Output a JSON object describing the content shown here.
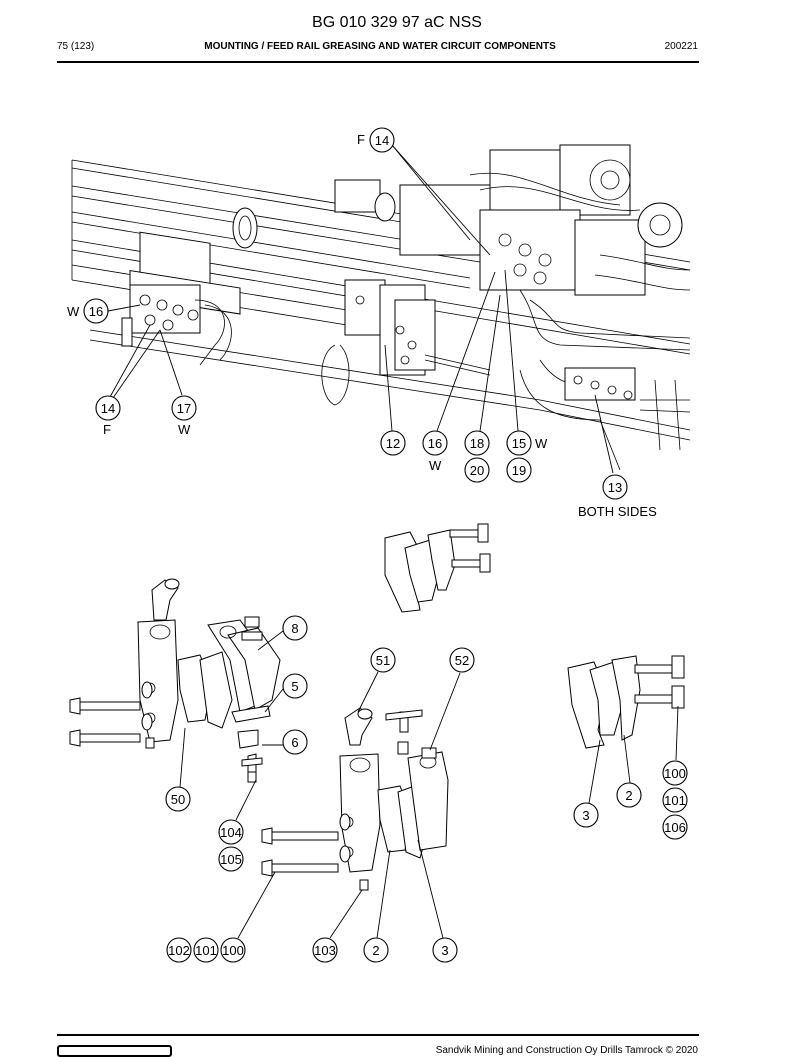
{
  "header": {
    "doc_id": "BG 010 329 97 aC NSS",
    "page": "75 (123)",
    "section_title": "MOUNTING / FEED RAIL GREASING AND WATER CIRCUIT COMPONENTS",
    "date_code": "200221"
  },
  "footer": {
    "copyright": "Sandvik Mining and Construction Oy Drills Tamrock © 2020"
  },
  "callouts": {
    "c14a": "14",
    "c16a": "16",
    "c14b": "14",
    "c17": "17",
    "c12": "12",
    "c16b": "16",
    "c18": "18",
    "c20": "20",
    "c15": "15",
    "c19": "19",
    "c13": "13",
    "c8": "8",
    "c5": "5",
    "c6": "6",
    "c50": "50",
    "c104": "104",
    "c105": "105",
    "c51": "51",
    "c52": "52",
    "c102": "102",
    "c101a": "101",
    "c100a": "100",
    "c103": "103",
    "c2a": "2",
    "c3a": "3",
    "c100b": "100",
    "c101b": "101",
    "c106": "106",
    "c2b": "2",
    "c3b": "3"
  },
  "labels": {
    "f_top": "F",
    "w_left": "W",
    "f_bottom": "F",
    "w_17": "W",
    "w_16": "W",
    "w_15": "W",
    "both_sides": "BOTH SIDES"
  }
}
